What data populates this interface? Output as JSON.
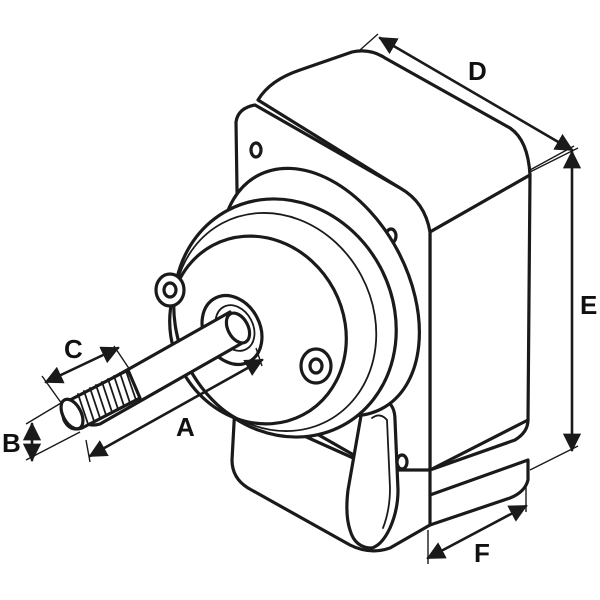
{
  "diagram": {
    "subject_icon": "motor-gearbox-drawing",
    "line_color": "#1a1a1a",
    "background": "#ffffff",
    "dimensions": [
      {
        "key": "A",
        "label": "A"
      },
      {
        "key": "B",
        "label": "B"
      },
      {
        "key": "C",
        "label": "C"
      },
      {
        "key": "D",
        "label": "D"
      },
      {
        "key": "E",
        "label": "E"
      },
      {
        "key": "F",
        "label": "F"
      }
    ]
  }
}
